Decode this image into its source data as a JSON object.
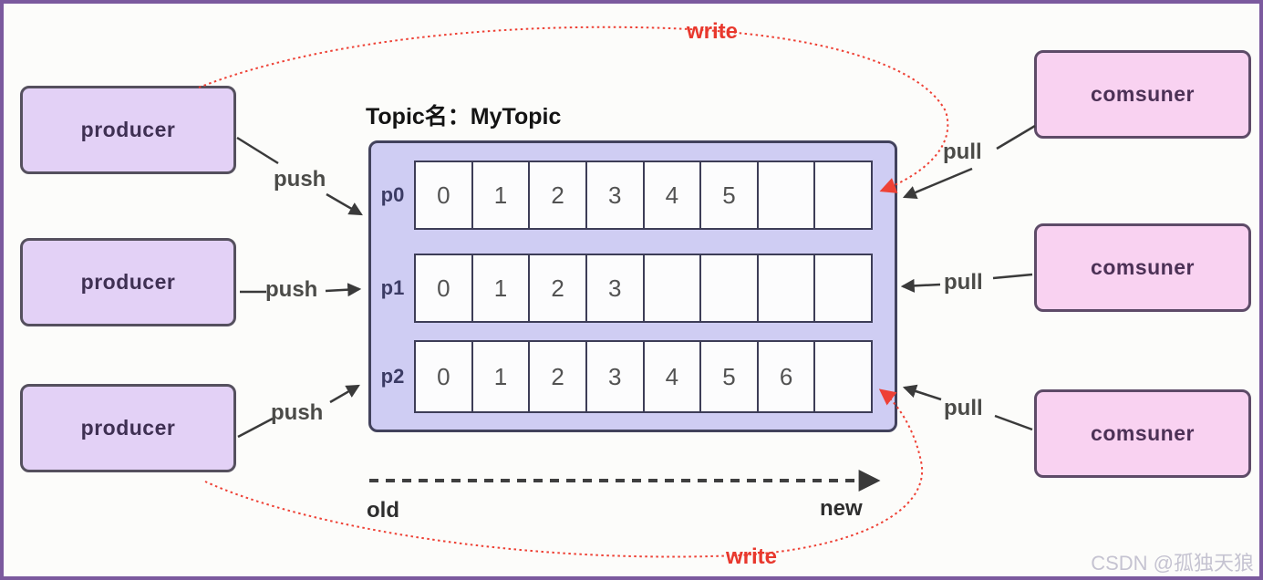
{
  "diagram": {
    "title": "Topic名：MyTopic",
    "producers": [
      {
        "label": "producer"
      },
      {
        "label": "producer"
      },
      {
        "label": "producer"
      }
    ],
    "consumers": [
      {
        "label": "comsuner"
      },
      {
        "label": "comsuner"
      },
      {
        "label": "comsuner"
      }
    ],
    "topic": {
      "partitions": [
        {
          "name": "p0",
          "cells": [
            "0",
            "1",
            "2",
            "3",
            "4",
            "5",
            "",
            ""
          ]
        },
        {
          "name": "p1",
          "cells": [
            "0",
            "1",
            "2",
            "3",
            "",
            "",
            "",
            ""
          ]
        },
        {
          "name": "p2",
          "cells": [
            "0",
            "1",
            "2",
            "3",
            "4",
            "5",
            "6",
            ""
          ]
        }
      ]
    },
    "edges": {
      "push": [
        "push",
        "push",
        "push"
      ],
      "pull": [
        "pull",
        "pull",
        "pull"
      ],
      "write_top": "write",
      "write_bottom": "write"
    },
    "axis": {
      "old": "old",
      "new": "new"
    },
    "watermark": "CSDN @孤独天狼",
    "colors": {
      "producer_fill": "#e3d1f6",
      "consumer_fill": "#f9d2f1",
      "topic_fill": "#cfcdf3",
      "cell_fill": "#fcfcfd",
      "frame_border": "#7b5a9e",
      "arrow_dark": "#3a3a3a",
      "write_red": "#e8382d",
      "watermark_gray": "#c5c3d1"
    }
  }
}
